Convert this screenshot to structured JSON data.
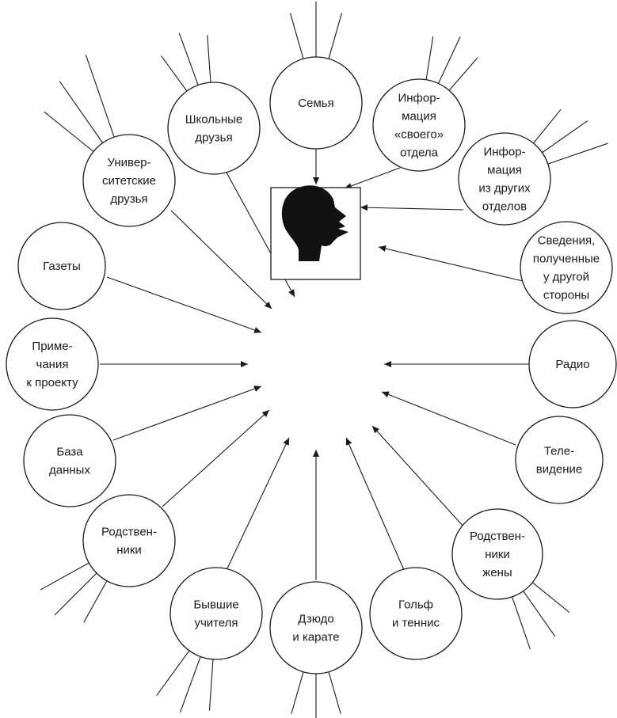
{
  "colors": {
    "line": "#1a1a1a",
    "head": "#111111",
    "background": "#ffffff"
  },
  "center": {
    "icon": "person-speaking-head-silhouette"
  },
  "sources": [
    {
      "id": "family",
      "lines": [
        "Семья"
      ]
    },
    {
      "id": "own-department",
      "lines": [
        "Инфор-",
        "мация",
        "«своего»",
        "отдела"
      ]
    },
    {
      "id": "other-departments",
      "lines": [
        "Инфор-",
        "мация",
        "из других",
        "отделов"
      ]
    },
    {
      "id": "other-side",
      "lines": [
        "Сведения,",
        "полученные",
        "у другой",
        "стороны"
      ]
    },
    {
      "id": "radio",
      "lines": [
        "Радио"
      ]
    },
    {
      "id": "television",
      "lines": [
        "Теле-",
        "видение"
      ]
    },
    {
      "id": "wife-relatives",
      "lines": [
        "Родствен-",
        "ники",
        "жены"
      ]
    },
    {
      "id": "golf-tennis",
      "lines": [
        "Гольф",
        "и теннис"
      ]
    },
    {
      "id": "judo-karate",
      "lines": [
        "Дзюдо",
        "и карате"
      ]
    },
    {
      "id": "former-teachers",
      "lines": [
        "Бывшие",
        "учителя"
      ]
    },
    {
      "id": "relatives",
      "lines": [
        "Родствен-",
        "ники"
      ]
    },
    {
      "id": "database",
      "lines": [
        "База",
        "данных"
      ]
    },
    {
      "id": "project-notes",
      "lines": [
        "Приме-",
        "чания",
        "к проекту"
      ]
    },
    {
      "id": "newspapers",
      "lines": [
        "Газеты"
      ]
    },
    {
      "id": "university-friends",
      "lines": [
        "Универ-",
        "ситетские",
        "друзья"
      ]
    },
    {
      "id": "school-friends",
      "lines": [
        "Школьные",
        "друзья"
      ]
    }
  ]
}
